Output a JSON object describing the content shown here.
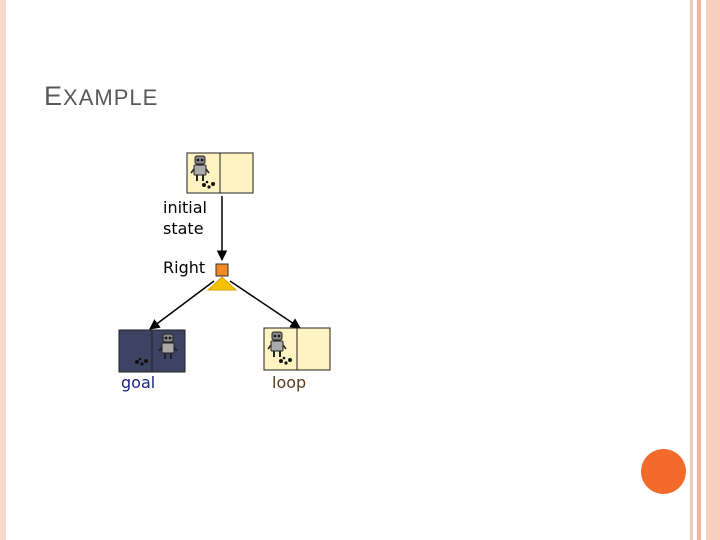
{
  "slide": {
    "title": "EXAMPLE",
    "title_first_letter": "E",
    "title_rest": "XAMPLE"
  },
  "diagram": {
    "initial_state_label_line1": "initial",
    "initial_state_label_line2": "state",
    "action_label": "Right",
    "goal_label": "goal",
    "loop_label": "loop"
  },
  "colors": {
    "accent_stripe": "#f6c9b4",
    "accent_stripe_dark": "#efb59b",
    "circle": "#f26b2a",
    "cell_light": "#fff3c2",
    "cell_dark": "#3d4463",
    "action_node": "#f28a24",
    "cone": "#f5c200",
    "goal_text": "#1a237e",
    "loop_text": "#5a3a1a"
  }
}
